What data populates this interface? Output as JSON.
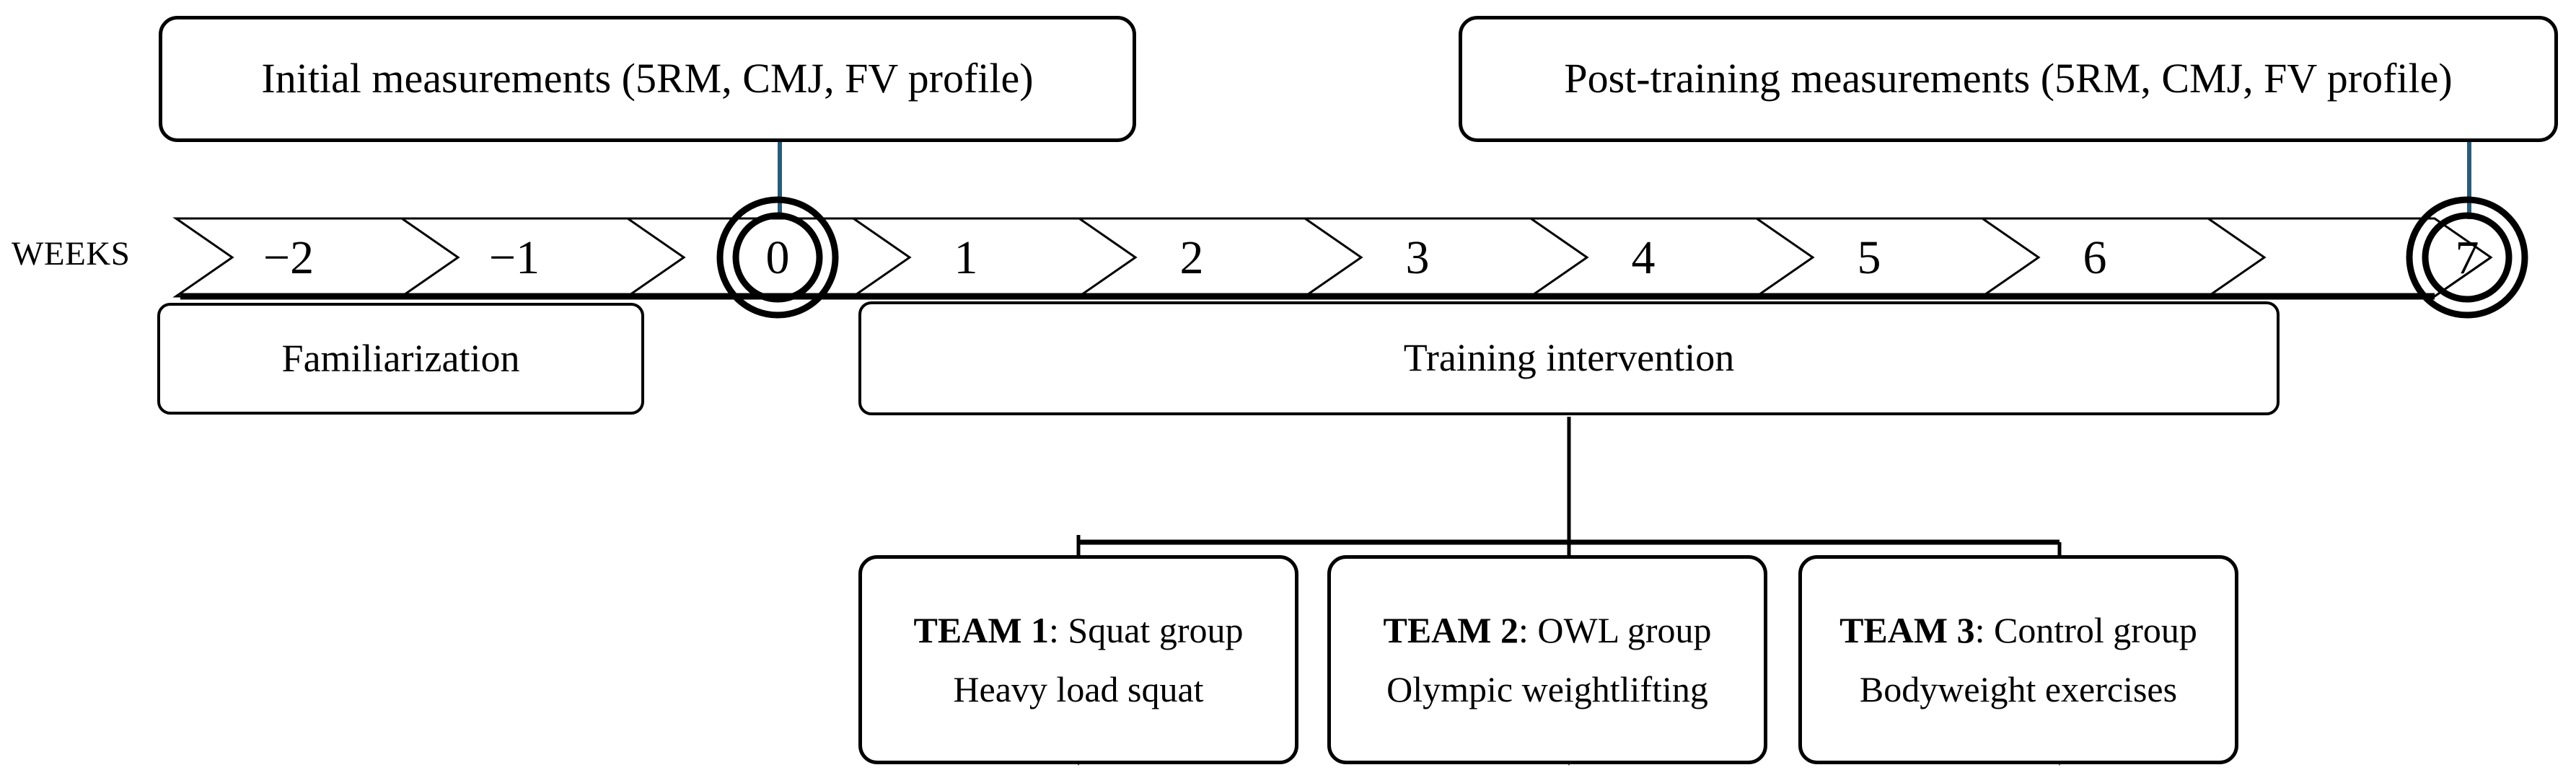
{
  "diagram": {
    "title": "Study design timeline",
    "accent_color": "#2a5c78",
    "line_color": "#000000",
    "background": "#ffffff"
  },
  "measurement_boxes": {
    "initial": "Initial measurements (5RM, CMJ, FV profile)",
    "post": "Post-training measurements (5RM, CMJ, FV profile)"
  },
  "timeline": {
    "axis_label": "WEEKS",
    "weeks": [
      {
        "label": "−2",
        "highlighted": false
      },
      {
        "label": "−1",
        "highlighted": false
      },
      {
        "label": "0",
        "highlighted": true
      },
      {
        "label": "1",
        "highlighted": false
      },
      {
        "label": "2",
        "highlighted": false
      },
      {
        "label": "3",
        "highlighted": false
      },
      {
        "label": "4",
        "highlighted": false
      },
      {
        "label": "5",
        "highlighted": false
      },
      {
        "label": "6",
        "highlighted": false
      },
      {
        "label": "7",
        "highlighted": true
      }
    ]
  },
  "phases": {
    "familiarization": "Familiarization",
    "training": "Training intervention"
  },
  "groups": [
    {
      "team": "TEAM 1",
      "separator": ": ",
      "name": "Squat group",
      "description": "Heavy load squat"
    },
    {
      "team": "TEAM 2",
      "separator": ": ",
      "name": "OWL group",
      "description": "Olympic weightlifting"
    },
    {
      "team": "TEAM 3",
      "separator": ": ",
      "name": "Control group",
      "description": "Bodyweight exercises"
    }
  ]
}
